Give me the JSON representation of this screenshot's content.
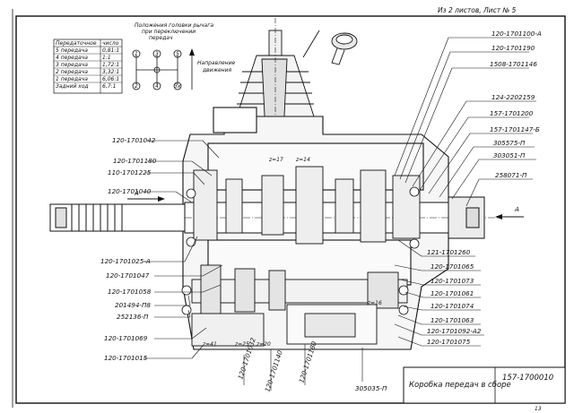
{
  "sheet": {
    "header": "Из 2 листов, Лист № 5",
    "page_number": "13"
  },
  "shift_pattern": {
    "title_line1": "Положения головки рычага",
    "title_line2": "при переключении",
    "title_line3": "передач",
    "positions": [
      "1",
      "2",
      "3",
      "4",
      "5",
      "Зх"
    ],
    "direction_label_line1": "Направление",
    "direction_label_line2": "движения"
  },
  "ratio_table": {
    "headers": [
      "Передаточное",
      "число"
    ],
    "rows": [
      {
        "gear": "5 передача",
        "ratio": "0,81:1"
      },
      {
        "gear": "4 передача",
        "ratio": "1:1"
      },
      {
        "gear": "3 передача",
        "ratio": "1,72:1"
      },
      {
        "gear": "2 передача",
        "ratio": "3,32:1"
      },
      {
        "gear": "1 передача",
        "ratio": "6,06:1"
      },
      {
        "gear": "Задний ход",
        "ratio": "6,7:1"
      }
    ]
  },
  "callouts_left": [
    "120-1701042",
    "120-1701180",
    "110-1701225",
    "120-1701040",
    "120-1701025-А",
    "120-1701047",
    "120-1701058",
    "201494-П8",
    "252136-П",
    "120-1701069",
    "120-1701015"
  ],
  "callouts_right": [
    "120-1701100-А",
    "120-1701190",
    "1508-1701146",
    "124-2202159",
    "157-1701200",
    "157-1701147-Б",
    "305575-П",
    "303051-П",
    "258071-П"
  ],
  "callouts_right_lower": [
    "121-1701260",
    "120-1701065",
    "120-1701073",
    "120-1701061",
    "120-1701074",
    "120-1701063",
    "120-1701092-А2",
    "120-1701075"
  ],
  "callouts_bottom": [
    "120-1701032",
    "120-1701140",
    "120-1701180",
    "305035-П"
  ],
  "section_marks": {
    "left": "А",
    "right": "А"
  },
  "gear_teeth": [
    "z=41",
    "z=25",
    "z=20",
    "z=16",
    "z=17",
    "z=14"
  ],
  "title_block": {
    "name": "Коробка передач в сборе",
    "number": "157-1700010"
  }
}
